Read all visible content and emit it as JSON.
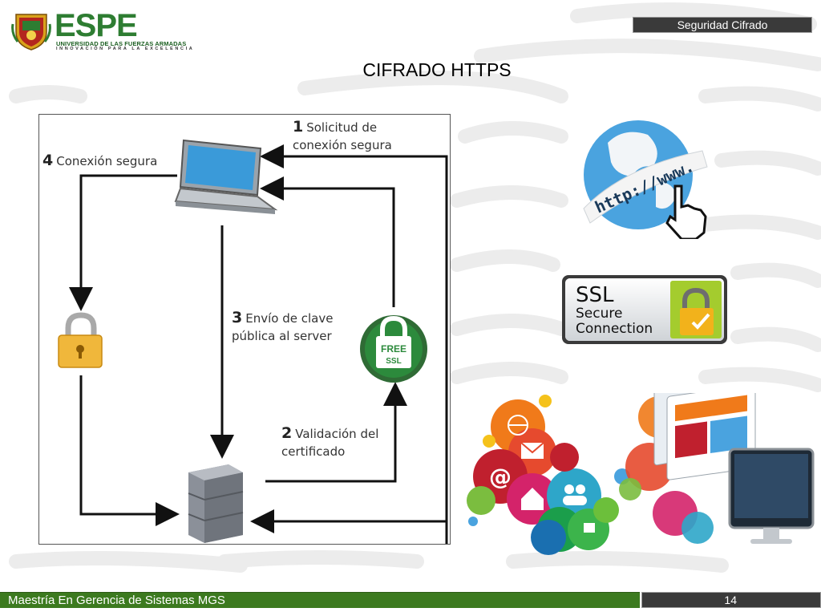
{
  "header": {
    "logo": {
      "wordmark": "ESPE",
      "line1": "UNIVERSIDAD DE LAS FUERZAS ARMADAS",
      "line2": "INNOVACIÓN PARA LA EXCELENCIA"
    },
    "tag": "Seguridad Cifrado"
  },
  "slide": {
    "title": "CIFRADO HTTPS"
  },
  "diagram": {
    "steps": [
      {
        "num": "1",
        "text_line1": "Solicitud de",
        "text_line2": "conexión segura"
      },
      {
        "num": "2",
        "text_line1": "Validación del",
        "text_line2": "certificado"
      },
      {
        "num": "3",
        "text_line1": "Envío de clave",
        "text_line2": "pública al server"
      },
      {
        "num": "4",
        "text_line1": "Conexión segura",
        "text_line2": ""
      }
    ],
    "badge_line1": "FREE",
    "badge_line2": "SSL",
    "icons": [
      "laptop-icon",
      "server-icon",
      "padlock-icon",
      "free-ssl-badge-icon"
    ]
  },
  "images": {
    "globe_text": "http://www.",
    "ssl_badge": {
      "line1": "SSL",
      "line2": "Secure",
      "line3": "Connection"
    }
  },
  "footer": {
    "program": "Maestría En Gerencia de Sistemas MGS",
    "page_number": "14"
  },
  "colors": {
    "footer_green": "#3c7a1f",
    "header_dark": "#3a3a3a",
    "espe_green": "#2e7d32"
  }
}
